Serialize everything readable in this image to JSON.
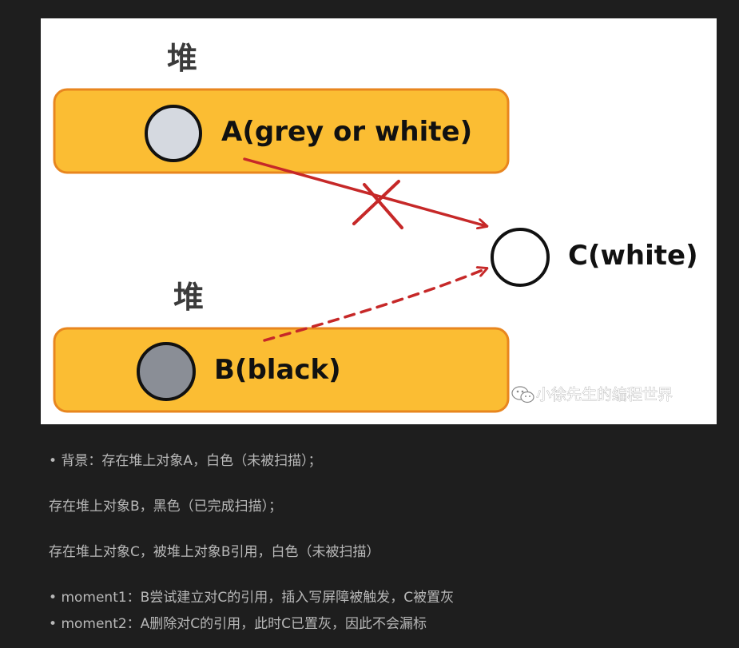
{
  "diagram": {
    "heap_label_top": "堆",
    "heap_label_bottom": "堆",
    "node_a_label": "A(grey or white)",
    "node_b_label": "B(black)",
    "node_c_label": "C(white)",
    "watermark": "小徐先生的编程世界",
    "colors": {
      "heap_fill": "#fbbd33",
      "heap_border": "#e8861f",
      "arrow": "#c62828",
      "node_a_fill": "#d5d9e0",
      "node_b_fill": "#8a8e96",
      "node_c_fill": "#ffffff"
    }
  },
  "notes": {
    "line1": "背景：存在堆上对象A，白色（未被扫描）；",
    "line2": "存在堆上对象B，黑色（已完成扫描）；",
    "line3": "存在堆上对象C，被堆上对象B引用，白色（未被扫描）",
    "line4": "moment1：B尝试建立对C的引用，插入写屏障被触发，C被置灰",
    "line5": "moment2：A删除对C的引用，此时C已置灰，因此不会漏标"
  }
}
